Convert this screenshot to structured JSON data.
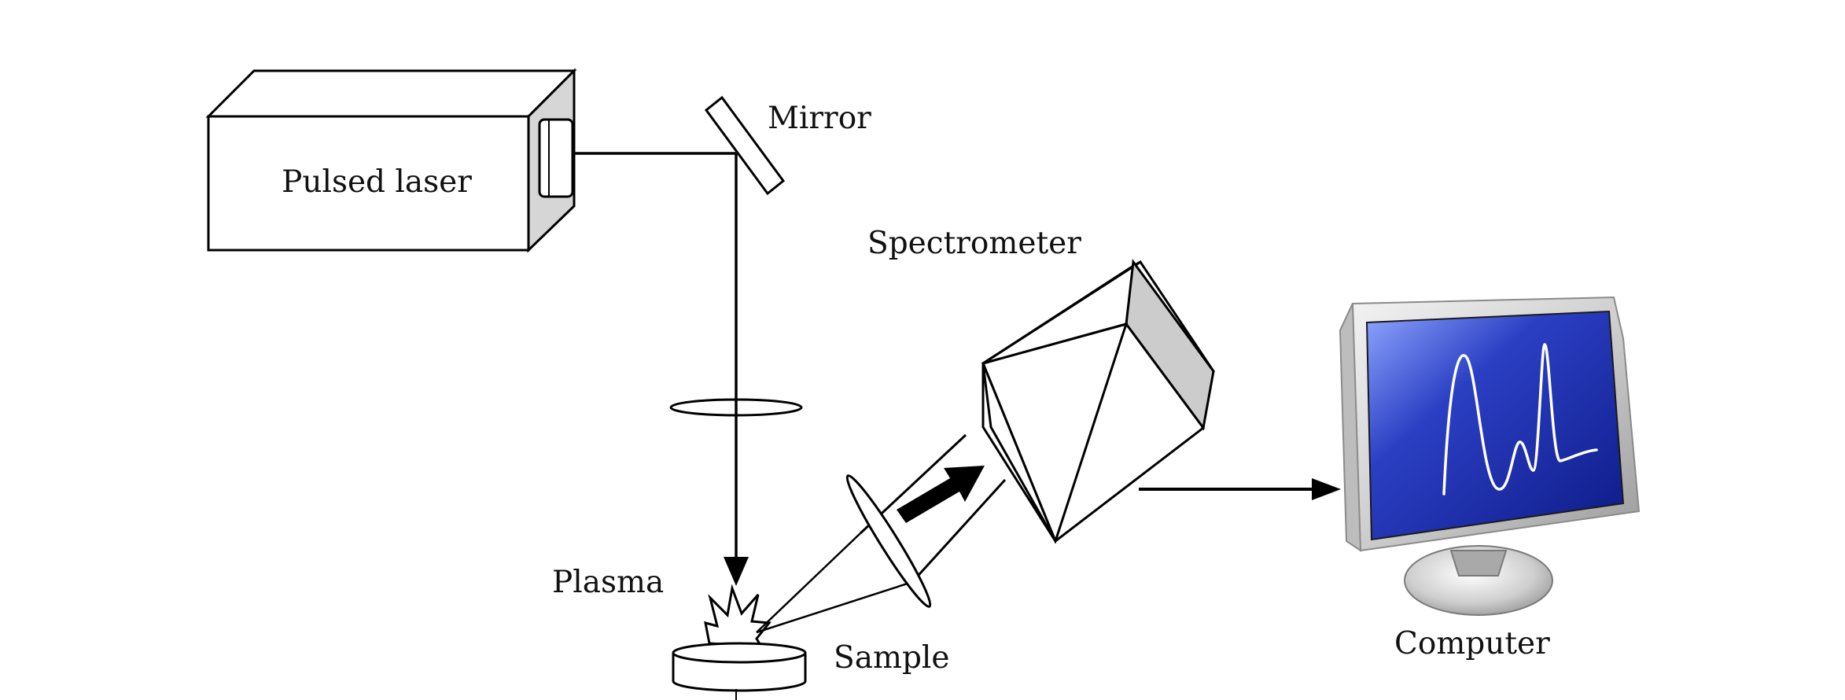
{
  "labels": {
    "laser": "Pulsed laser",
    "mirror": "Mirror",
    "spectrometer": "Spectrometer",
    "plasma": "Plasma",
    "sample": "Sample",
    "computer": "Computer"
  },
  "colors": {
    "line": "#000000",
    "box_side": "#cccccc",
    "screen_blue": "#1f2fa6",
    "screen_highlight": "#8fa6ff",
    "monitor_frame": "#d8d8d8",
    "signal": "#ffffff"
  },
  "icons": {
    "monitor": "computer-monitor-icon",
    "plasma": "plasma-burst-icon",
    "signal_arrow": "signal-arrow-icon"
  }
}
